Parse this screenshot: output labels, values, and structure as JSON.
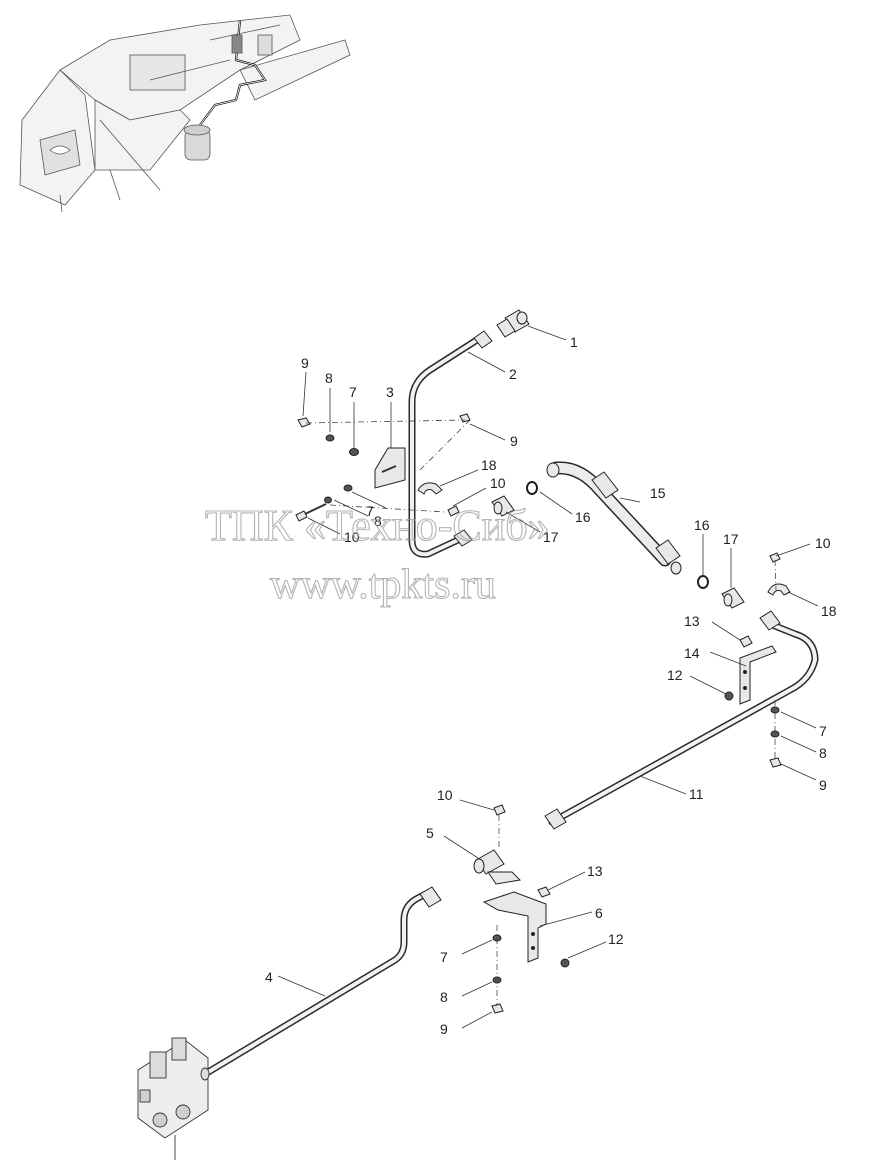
{
  "watermark": {
    "line1": "ТПК «Техно-Сиб»",
    "line2": "www.tpkts.ru"
  },
  "callouts": [
    {
      "id": "c1",
      "text": "1"
    },
    {
      "id": "c2",
      "text": "2"
    },
    {
      "id": "c3",
      "text": "3"
    },
    {
      "id": "c4",
      "text": "4"
    },
    {
      "id": "c5",
      "text": "5"
    },
    {
      "id": "c6",
      "text": "6"
    },
    {
      "id": "c7a",
      "text": "7"
    },
    {
      "id": "c7b",
      "text": "7"
    },
    {
      "id": "c7c",
      "text": "7"
    },
    {
      "id": "c7d",
      "text": "7"
    },
    {
      "id": "c8a",
      "text": "8"
    },
    {
      "id": "c8b",
      "text": "8"
    },
    {
      "id": "c8c",
      "text": "8"
    },
    {
      "id": "c8d",
      "text": "8"
    },
    {
      "id": "c9a",
      "text": "9"
    },
    {
      "id": "c9b",
      "text": "9"
    },
    {
      "id": "c9c",
      "text": "9"
    },
    {
      "id": "c9d",
      "text": "9"
    },
    {
      "id": "c10a",
      "text": "10"
    },
    {
      "id": "c10b",
      "text": "10"
    },
    {
      "id": "c10c",
      "text": "10"
    },
    {
      "id": "c10d",
      "text": "10"
    },
    {
      "id": "c11",
      "text": "11"
    },
    {
      "id": "c12a",
      "text": "12"
    },
    {
      "id": "c12b",
      "text": "12"
    },
    {
      "id": "c13a",
      "text": "13"
    },
    {
      "id": "c13b",
      "text": "13"
    },
    {
      "id": "c14",
      "text": "14"
    },
    {
      "id": "c15",
      "text": "15"
    },
    {
      "id": "c16a",
      "text": "16"
    },
    {
      "id": "c16b",
      "text": "16"
    },
    {
      "id": "c17a",
      "text": "17"
    },
    {
      "id": "c17b",
      "text": "17"
    },
    {
      "id": "c18a",
      "text": "18"
    },
    {
      "id": "c18b",
      "text": "18"
    }
  ]
}
